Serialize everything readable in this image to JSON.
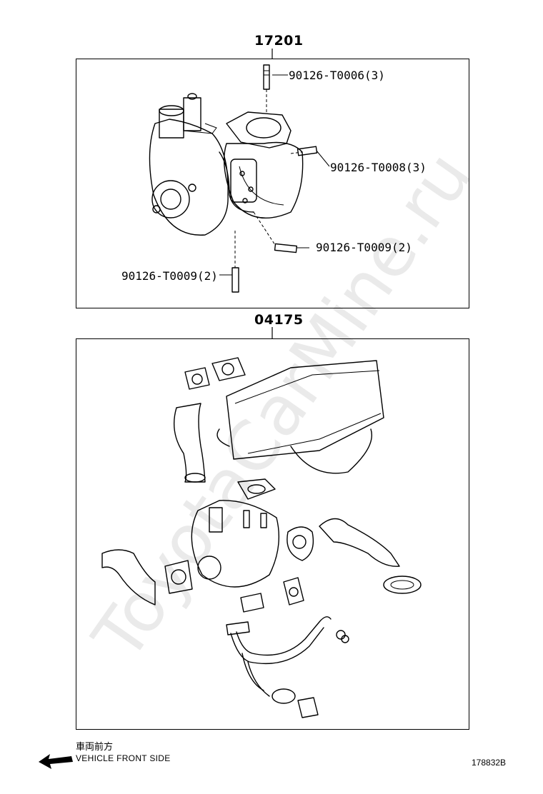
{
  "diagram": {
    "top_group": {
      "part_number": "17201",
      "callouts": [
        {
          "id": "c1",
          "text": "90126-T0006(3)"
        },
        {
          "id": "c2",
          "text": "90126-T0008(3)"
        },
        {
          "id": "c3",
          "text": "90126-T0009(2)"
        },
        {
          "id": "c4",
          "text": "90126-T0009(2)"
        }
      ]
    },
    "bottom_group": {
      "part_number": "04175"
    },
    "watermark": "ToyotaCarMine.ru",
    "direction": {
      "label_jp": "車両前方",
      "label_en": "VEHICLE FRONT SIDE",
      "arrow_icon": "arrow-left-icon"
    },
    "figure_code": "178832B"
  }
}
